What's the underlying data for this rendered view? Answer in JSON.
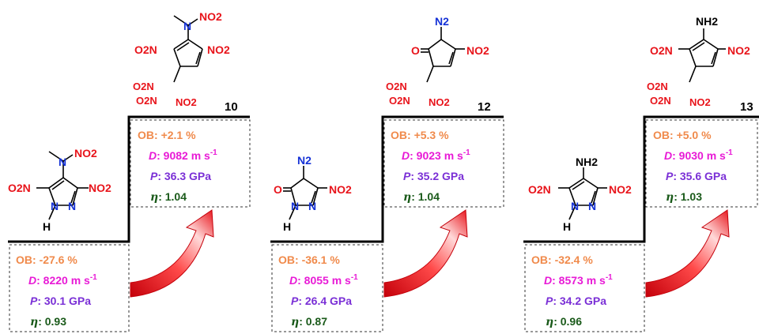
{
  "panels": [
    {
      "compound_number": "10",
      "parent": {
        "substituent_top": "NO2",
        "substituent_left": "O2N",
        "substituent_right": "NO2",
        "ring_n1": "N",
        "ring_n2": "N",
        "ring_h": "H",
        "side_n": "N",
        "ob_label": "OB:",
        "ob_value": "-27.6 %",
        "d_label": "D",
        "d_value": ": 8220 m s",
        "p_label": "P",
        "p_value": ": 30.1 GPa",
        "eta_label": "η",
        "eta_value": ": 0.93"
      },
      "product": {
        "substituent_top": "NO2",
        "substituent_left": "O2N",
        "substituent_right": "NO2",
        "side_n": "N",
        "cnn": [
          "O2N",
          "O2N",
          "NO2"
        ],
        "ob_label": "OB:",
        "ob_value": "+2.1 %",
        "d_label": "D",
        "d_value": ": 9082 m s",
        "p_label": "P",
        "p_value": ": 36.3 GPa",
        "eta_label": "η",
        "eta_value": ": 1.04"
      }
    },
    {
      "compound_number": "12",
      "parent": {
        "substituent_top": "N2",
        "substituent_left": "O",
        "substituent_right": "NO2",
        "ring_h": "H",
        "ob_label": "OB:",
        "ob_value": "-36.1 %",
        "d_label": "D",
        "d_value": ": 8055 m s",
        "p_label": "P",
        "p_value": ": 26.4 GPa",
        "eta_label": "η",
        "eta_value": ": 0.87"
      },
      "product": {
        "substituent_top": "N2",
        "substituent_left": "O",
        "substituent_right": "NO2",
        "cnn": [
          "O2N",
          "O2N",
          "NO2"
        ],
        "ob_label": "OB:",
        "ob_value": "+5.3 %",
        "d_label": "D",
        "d_value": ": 9023 m s",
        "p_label": "P",
        "p_value": ": 35.2 GPa",
        "eta_label": "η",
        "eta_value": ": 1.04"
      }
    },
    {
      "compound_number": "13",
      "parent": {
        "substituent_top": "NH2",
        "substituent_left": "O2N",
        "substituent_right": "NO2",
        "ring_h": "H",
        "ob_label": "OB:",
        "ob_value": "-32.4 %",
        "d_label": "D",
        "d_value": ": 8573 m s",
        "p_label": "P",
        "p_value": ": 34.2 GPa",
        "eta_label": "η",
        "eta_value": ": 0.96"
      },
      "product": {
        "substituent_top": "NH2",
        "substituent_left": "O2N",
        "substituent_right": "NO2",
        "cnn": [
          "O2N",
          "O2N",
          "NO2"
        ],
        "ob_label": "OB:",
        "ob_value": "+5.0 %",
        "d_label": "D",
        "d_value": ": 9030 m s",
        "p_label": "P",
        "p_value": ": 35.6 GPa",
        "eta_label": "η",
        "eta_value": ": 1.03"
      }
    }
  ],
  "superscript_unit": "-1",
  "colors": {
    "ob": "#f08a4b",
    "detonation_velocity": "#e81ad6",
    "pressure": "#7a2fd6",
    "impulse": "#1a5a1a",
    "oxygen_nitro": "#e8141b",
    "nitrogen": "#1431d6",
    "arrow": "#e8141b"
  }
}
